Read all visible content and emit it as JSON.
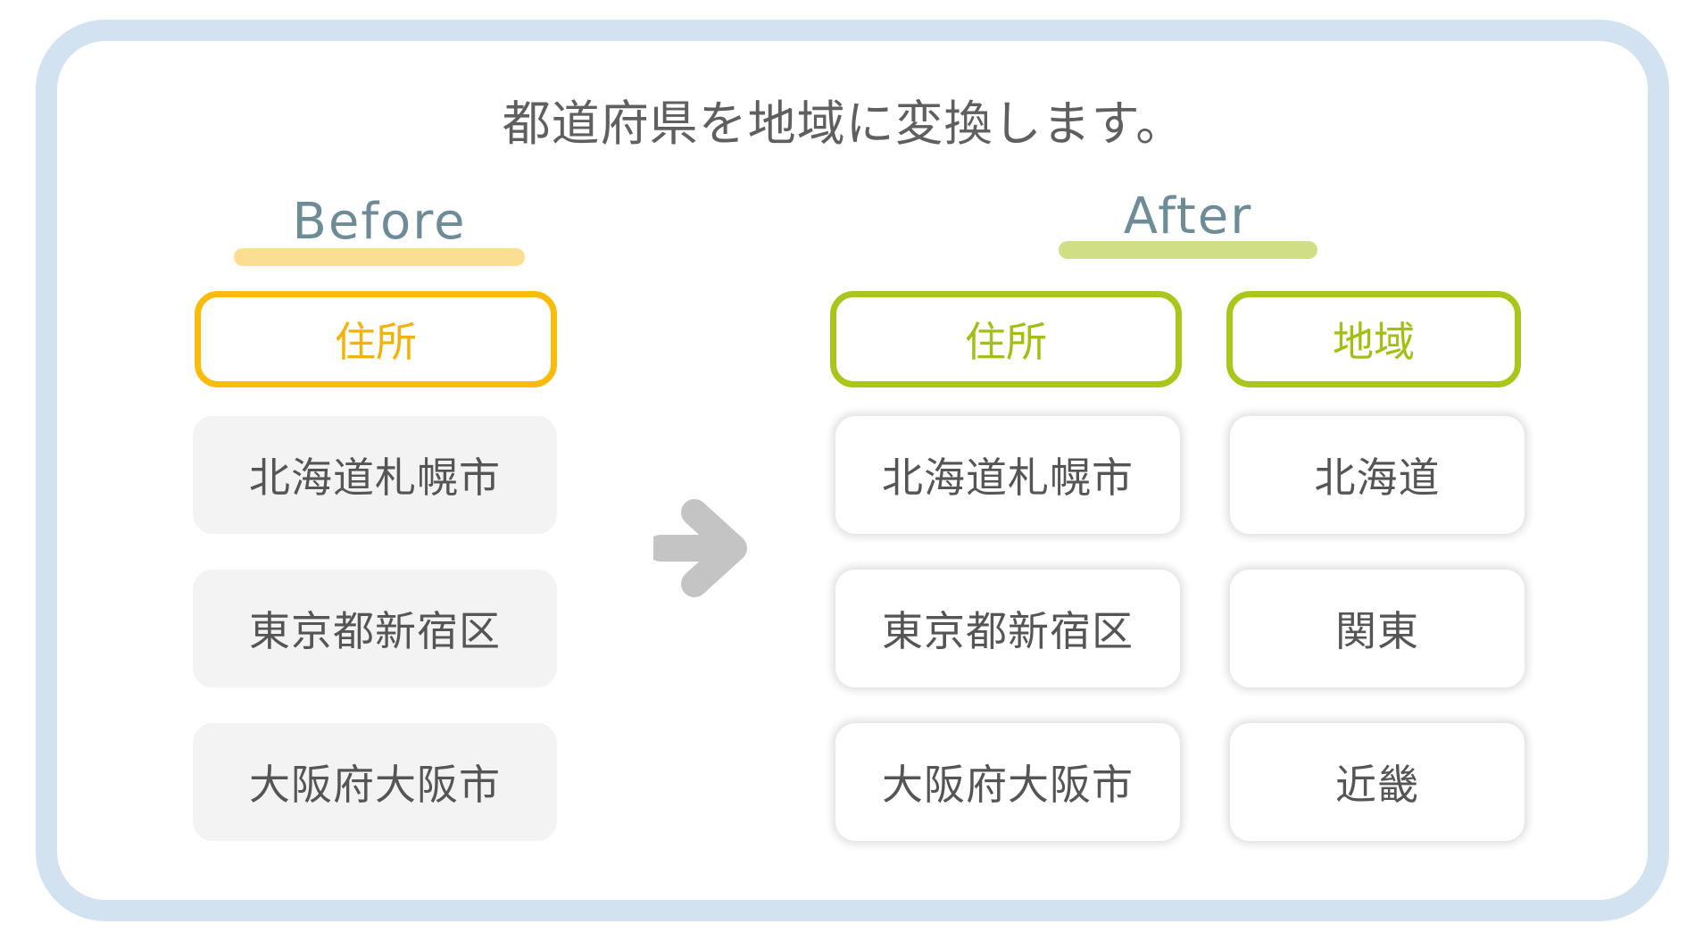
{
  "title": "都道府県を地域に変換します。",
  "before": {
    "heading": "Before",
    "header": "住所",
    "rows": [
      "北海道札幌市",
      "東京都新宿区",
      "大阪府大阪市"
    ]
  },
  "after": {
    "heading": "After",
    "headers": [
      "住所",
      "地域"
    ],
    "rows": [
      {
        "address": "北海道札幌市",
        "region": "北海道"
      },
      {
        "address": "東京都新宿区",
        "region": "関東"
      },
      {
        "address": "大阪府大阪市",
        "region": "近畿"
      }
    ]
  },
  "colors": {
    "frame": "#d2e2f1",
    "before_accent": "#fbbb0b",
    "after_accent": "#aac61b",
    "arrow": "#c4c4c4"
  },
  "icons": [
    "arrow-right-icon"
  ]
}
